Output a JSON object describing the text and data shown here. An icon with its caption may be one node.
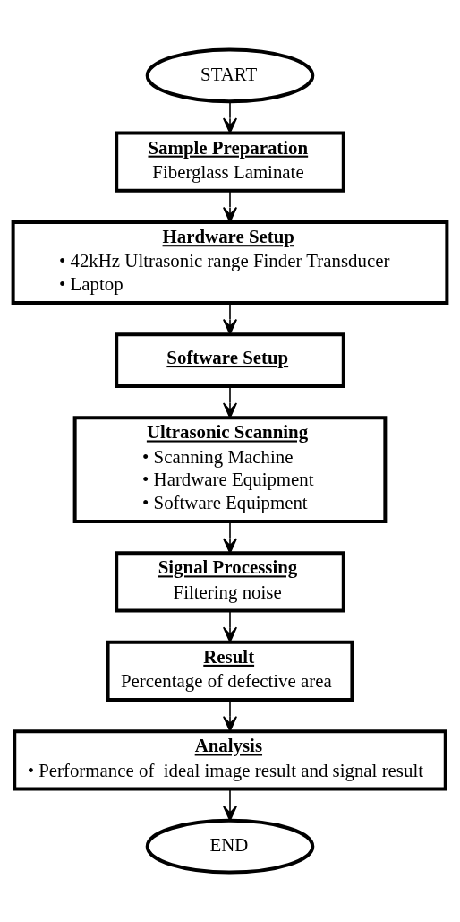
{
  "diagram": {
    "nodes": [
      {
        "text": [
          "START"
        ]
      },
      {
        "text": [
          "Sample Preparation",
          "Fiberglass Laminate"
        ]
      },
      {
        "text": [
          "Hardware Setup",
          "• 42kHz Ultrasonic range Finder Transducer",
          "• Laptop"
        ]
      },
      {
        "text": [
          "Software Setup"
        ]
      },
      {
        "text": [
          "Ultrasonic Scanning",
          "• Scanning Machine",
          "• Hardware Equipment",
          "• Software Equipment"
        ]
      },
      {
        "text": [
          "Signal Processing",
          "Filtering noise"
        ]
      },
      {
        "text": [
          "Result",
          "Percentage of defective area"
        ]
      },
      {
        "text": [
          "Analysis",
          "• Performance of  ideal image result and signal result"
        ]
      },
      {
        "text": [
          "END"
        ]
      }
    ],
    "edges": [
      {
        "from": 0,
        "to": 1,
        "arrow": "to"
      },
      {
        "from": 1,
        "to": 2,
        "arrow": "to"
      },
      {
        "from": 2,
        "to": 3,
        "arrow": "to"
      },
      {
        "from": 3,
        "to": 4,
        "arrow": "to"
      },
      {
        "from": 4,
        "to": 5,
        "arrow": "to"
      },
      {
        "from": 5,
        "to": 6,
        "arrow": "to"
      },
      {
        "from": 6,
        "to": 7,
        "arrow": "to"
      },
      {
        "from": 7,
        "to": 8,
        "arrow": "to"
      }
    ]
  }
}
